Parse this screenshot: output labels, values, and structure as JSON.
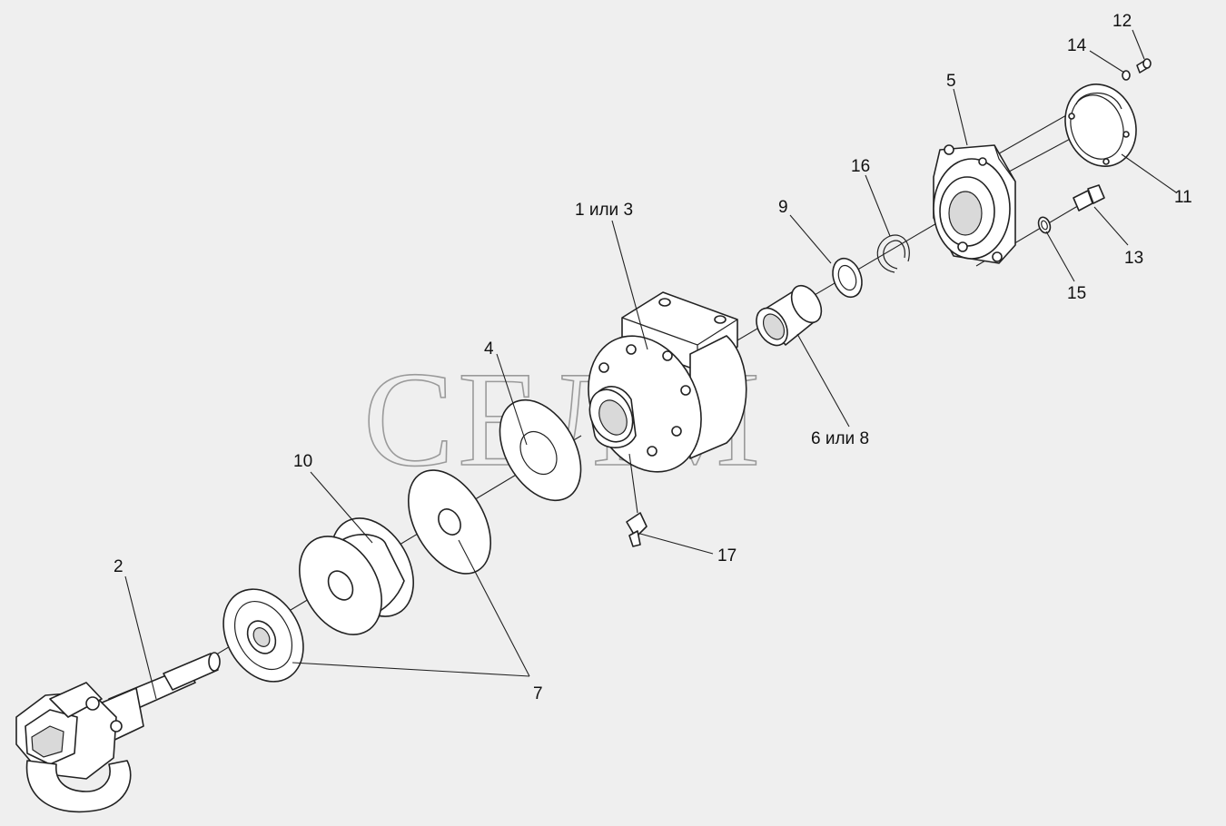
{
  "watermark": "СЕЛМ",
  "callouts": {
    "c1_3": "1 или 3",
    "c2": "2",
    "c4": "4",
    "c5": "5",
    "c6_8": "6 или 8",
    "c7": "7",
    "c9": "9",
    "c10": "10",
    "c11": "11",
    "c12": "12",
    "c13": "13",
    "c14": "14",
    "c15": "15",
    "c16": "16",
    "c17": "17"
  }
}
